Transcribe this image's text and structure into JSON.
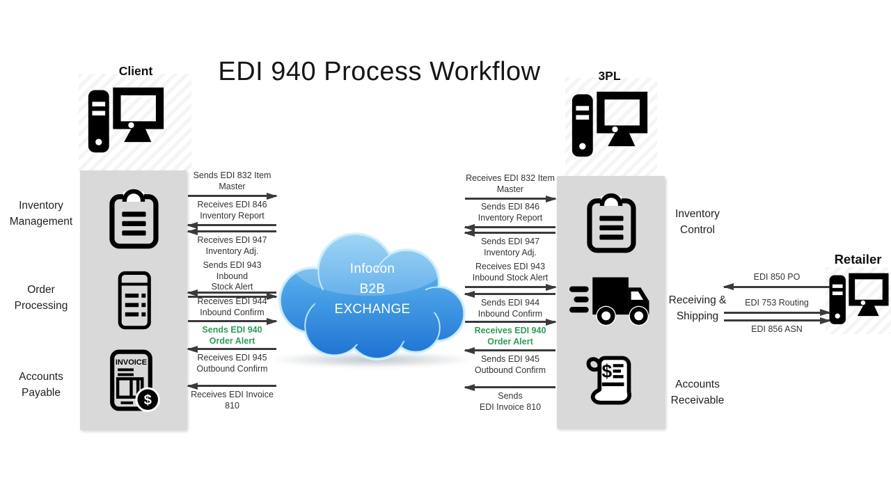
{
  "title": "EDI 940 Process Workflow",
  "entities": {
    "client": {
      "label": "Client"
    },
    "threepl": {
      "label": "3PL"
    },
    "retailer": {
      "label": "Retailer"
    }
  },
  "cloud": {
    "lines": [
      "Infocon",
      "B2B",
      "EXCHANGE"
    ]
  },
  "client_departments": [
    {
      "line1": "Inventory",
      "line2": "Management",
      "icon": "clipboard-icon"
    },
    {
      "line1": "Order",
      "line2": "Processing",
      "icon": "order-document-icon"
    },
    {
      "line1": "Accounts",
      "line2": "Payable",
      "icon": "invoice-icon"
    }
  ],
  "threepl_departments": [
    {
      "line1": "Inventory",
      "line2": "Control",
      "icon": "clipboard-icon"
    },
    {
      "line1": "Receiving &",
      "line2": "Shipping",
      "icon": "truck-icon"
    },
    {
      "line1": "Accounts",
      "line2": "Receivable",
      "icon": "receipt-icon"
    }
  ],
  "client_flows": [
    {
      "line1": "Sends EDI 832 Item",
      "line2": "Master",
      "direction": "right",
      "highlight": false
    },
    {
      "line1": "Receives EDI 846",
      "line2": "Inventory Report",
      "direction": "left",
      "highlight": false
    },
    {
      "line1": "Receives EDI 947",
      "line2": "Inventory Adj.",
      "direction": "left",
      "highlight": false
    },
    {
      "line1": "Sends EDI 943 Inbound",
      "line2": "Stock Alert",
      "direction": "right",
      "highlight": false
    },
    {
      "line1": "Receives EDI 944",
      "line2": "Inbound Confirm",
      "direction": "left",
      "highlight": false
    },
    {
      "line1": "Sends EDI 940",
      "line2": "Order Alert",
      "direction": "right",
      "highlight": true
    },
    {
      "line1": "Receives EDI 945",
      "line2": "Outbound Confirm",
      "direction": "left",
      "highlight": false
    },
    {
      "line1": "Receives EDI Invoice",
      "line2": "810",
      "direction": "left",
      "highlight": false
    }
  ],
  "threepl_flows": [
    {
      "line1": "Receives EDI 832 Item",
      "line2": "Master",
      "direction": "right",
      "highlight": false
    },
    {
      "line1": "Sends EDI 846",
      "line2": "Inventory Report",
      "direction": "left",
      "highlight": false
    },
    {
      "line1": "Sends EDI 947",
      "line2": "Inventory Adj.",
      "direction": "left",
      "highlight": false
    },
    {
      "line1": "Receives EDI 943",
      "line2": "Inbound Stock Alert",
      "direction": "right",
      "highlight": false
    },
    {
      "line1": "Sends EDI 944",
      "line2": "Inbound Confirm",
      "direction": "left",
      "highlight": false
    },
    {
      "line1": "Receives EDI 940",
      "line2": "Order Alert",
      "direction": "right",
      "highlight": true
    },
    {
      "line1": "Sends EDI 945",
      "line2": "Outbound Confirm",
      "direction": "left",
      "highlight": false
    },
    {
      "line1": "Sends",
      "line2": "EDI Invoice 810",
      "direction": "left",
      "highlight": false
    }
  ],
  "retailer_flows": [
    {
      "label": "EDI 850 PO",
      "direction": "left"
    },
    {
      "label": "EDI 753 Routing",
      "direction": "right"
    },
    {
      "label": "EDI 856 ASN",
      "direction": "right"
    }
  ],
  "icon_texts": {
    "invoice_label": "INVOICE",
    "invoice_dollar": "$",
    "receipt_dollar": "$"
  },
  "colors": {
    "highlight_green": "#2E9B57",
    "panel_gray": "#D9D9D9",
    "arrow_dark": "#3A3A3A",
    "cloud_blue_top": "#8FD0F5",
    "cloud_blue_bottom": "#1E72D2"
  }
}
